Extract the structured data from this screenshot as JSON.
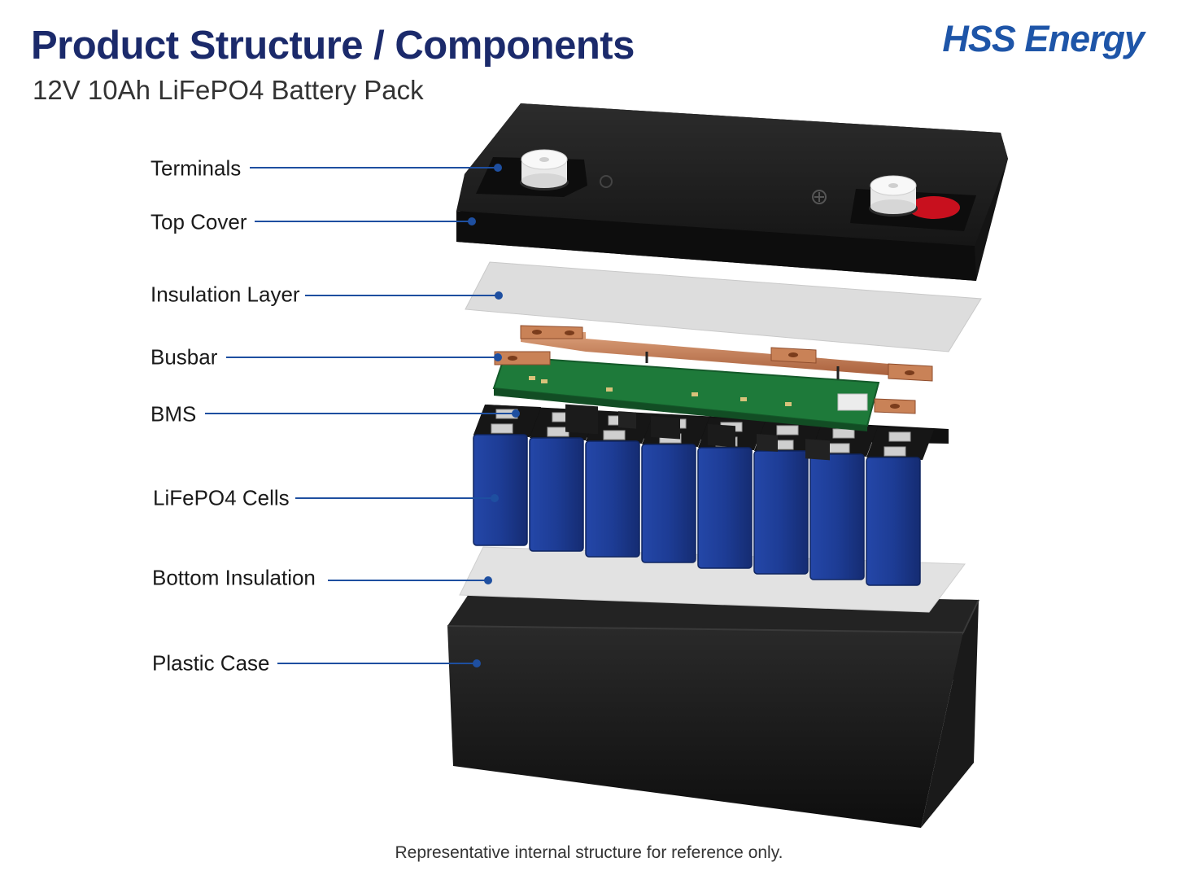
{
  "header": {
    "title": "Product Structure / Components",
    "subtitle": "12V 10Ah LiFePO4 Battery Pack",
    "brand": "HSS Energy"
  },
  "footnote": "Representative internal structure for reference only.",
  "callouts": [
    {
      "key": "terminals",
      "label": "Terminals"
    },
    {
      "key": "top-cover",
      "label": "Top Cover"
    },
    {
      "key": "insulation-layer",
      "label": "Insulation Layer"
    },
    {
      "key": "busbar",
      "label": "Busbar"
    },
    {
      "key": "bms",
      "label": "BMS"
    },
    {
      "key": "cells",
      "label": "LiFePO4 Cells"
    },
    {
      "key": "bottom-insulation",
      "label": "Bottom Insulation"
    },
    {
      "key": "plastic-case",
      "label": "Plastic Case"
    }
  ],
  "colors": {
    "title": "#1b2a6b",
    "brand": "#1e55a8",
    "leader_line": "#1e4fa0",
    "case": "#1c1c1c",
    "cell_blue": "#1f3f9c",
    "pcb_green": "#1e7a3a",
    "copper": "#c07a55",
    "insulation": "#e2e2e2",
    "positive_red": "#c8101e"
  }
}
